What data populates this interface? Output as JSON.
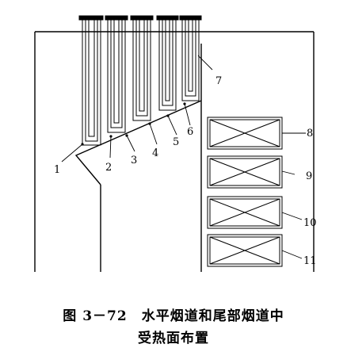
{
  "labels": [
    "1",
    "2",
    "3",
    "4",
    "5",
    "6",
    "7",
    "8",
    "9",
    "10",
    "11"
  ],
  "caption": {
    "line1": "图 3－72　水平烟道和尾部烟道中",
    "line2": "受热面布置"
  }
}
